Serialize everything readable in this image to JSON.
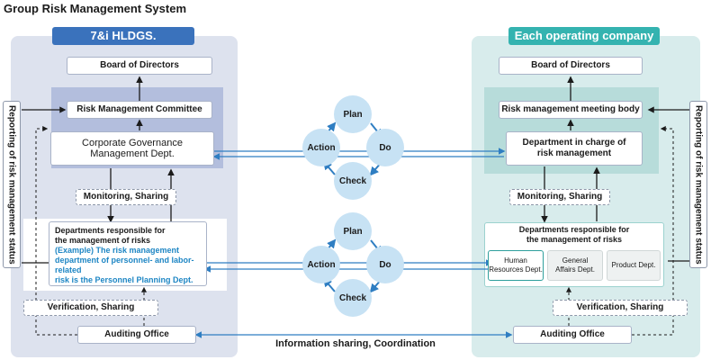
{
  "title": "Group Risk Management System",
  "left": {
    "header": "7&i HLDGS.",
    "board": "Board of Directors",
    "committee": "Risk Management Committee",
    "governance_line1": "Corporate Governance",
    "governance_line2": "Management Dept.",
    "monitoring": "Monitoring, Sharing",
    "dept_line1": "Departments responsible for",
    "dept_line2": "the management of risks",
    "example_line1": "(Example) The risk management",
    "example_line2": "department of personnel- and labor-related",
    "example_line3": "risk is the Personnel Planning Dept.",
    "verification": "Verification, Sharing",
    "auditing": "Auditing Office",
    "side_label": "Reporting of risk management status"
  },
  "right": {
    "header": "Each operating company",
    "board": "Board of Directors",
    "meeting": "Risk management meeting body",
    "dept_charge_line1": "Department in charge of",
    "dept_charge_line2": "risk management",
    "monitoring": "Monitoring, Sharing",
    "dept_line1": "Departments responsible for",
    "dept_line2": "the management of risks",
    "hr_line1": "Human",
    "hr_line2": "Resources Dept.",
    "ga_line1": "General",
    "ga_line2": "Affairs Dept.",
    "product": "Product Dept.",
    "verification": "Verification, Sharing",
    "auditing": "Auditing Office",
    "side_label": "Reporting of risk management status"
  },
  "pdca_top": {
    "plan": "Plan",
    "do": "Do",
    "check": "Check",
    "action": "Action"
  },
  "pdca_bottom": {
    "plan": "Plan",
    "do": "Do",
    "check": "Check",
    "action": "Action"
  },
  "bottom_label": "Information sharing, Coordination",
  "colors": {
    "left_header": "#3a72bc",
    "right_header": "#34b3b0",
    "example_text": "#1e86c4",
    "arrow_blue": "#2f7ec2"
  }
}
